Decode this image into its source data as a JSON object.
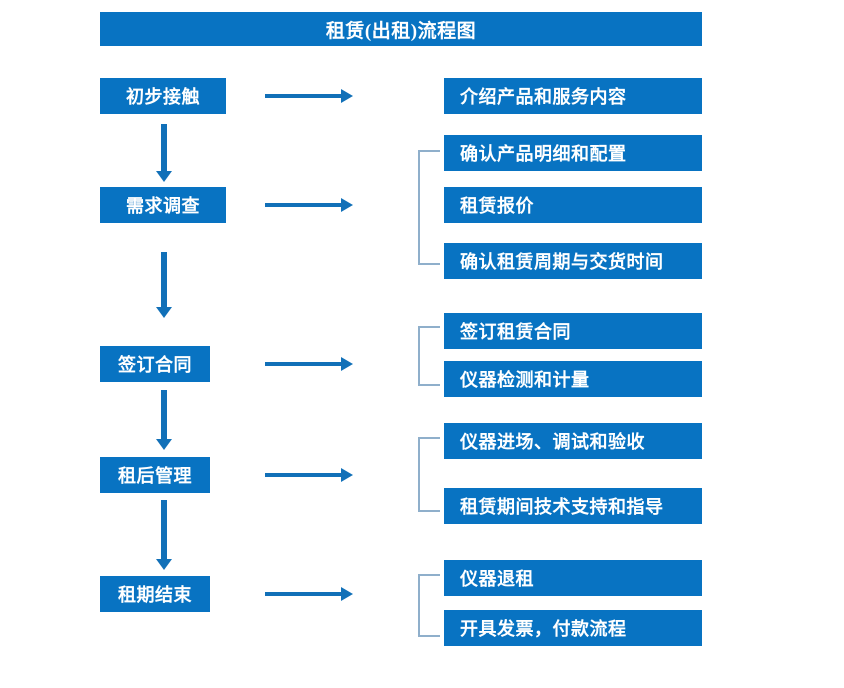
{
  "chart_data": {
    "type": "diagram",
    "title": "租赁(出租)流程图",
    "diagram_kind": "flowchart",
    "orientation": "vertical-with-side-branches",
    "accent_color": "#0873C2",
    "arrow_color": "#1170B8",
    "bracket_color": "#8FAFCB",
    "text_color": "#FFFFFF",
    "background_color": "#FFFFFF",
    "stages": [
      {
        "label": "初步接触",
        "details": [
          "介绍产品和服务内容"
        ],
        "has_bracket": false
      },
      {
        "label": "需求调查",
        "details": [
          "确认产品明细和配置",
          "租赁报价",
          "确认租赁周期与交货时间"
        ],
        "has_bracket": true
      },
      {
        "label": "签订合同",
        "details": [
          "签订租赁合同",
          "仪器检测和计量"
        ],
        "has_bracket": true
      },
      {
        "label": "租后管理",
        "details": [
          "仪器进场、调试和验收",
          "租赁期间技术支持和指导"
        ],
        "has_bracket": true
      },
      {
        "label": "租期结束",
        "details": [
          "仪器退租",
          "开具发票，付款流程"
        ],
        "has_bracket": true
      }
    ],
    "connector_icons": [
      "arrow-right-icon",
      "arrow-down-icon"
    ]
  },
  "header": {
    "title": "租赁(出租)流程图"
  },
  "stage_boxes": [
    {
      "label": "初步接触"
    },
    {
      "label": "需求调查"
    },
    {
      "label": "签订合同"
    },
    {
      "label": "租后管理"
    },
    {
      "label": "租期结束"
    }
  ],
  "detail_boxes": [
    {
      "label": "介绍产品和服务内容"
    },
    {
      "label": "确认产品明细和配置"
    },
    {
      "label": "租赁报价"
    },
    {
      "label": "确认租赁周期与交货时间"
    },
    {
      "label": "签订租赁合同"
    },
    {
      "label": "仪器检测和计量"
    },
    {
      "label": "仪器进场、调试和验收"
    },
    {
      "label": "租赁期间技术支持和指导"
    },
    {
      "label": "仪器退租"
    },
    {
      "label": "开具发票，付款流程"
    }
  ]
}
